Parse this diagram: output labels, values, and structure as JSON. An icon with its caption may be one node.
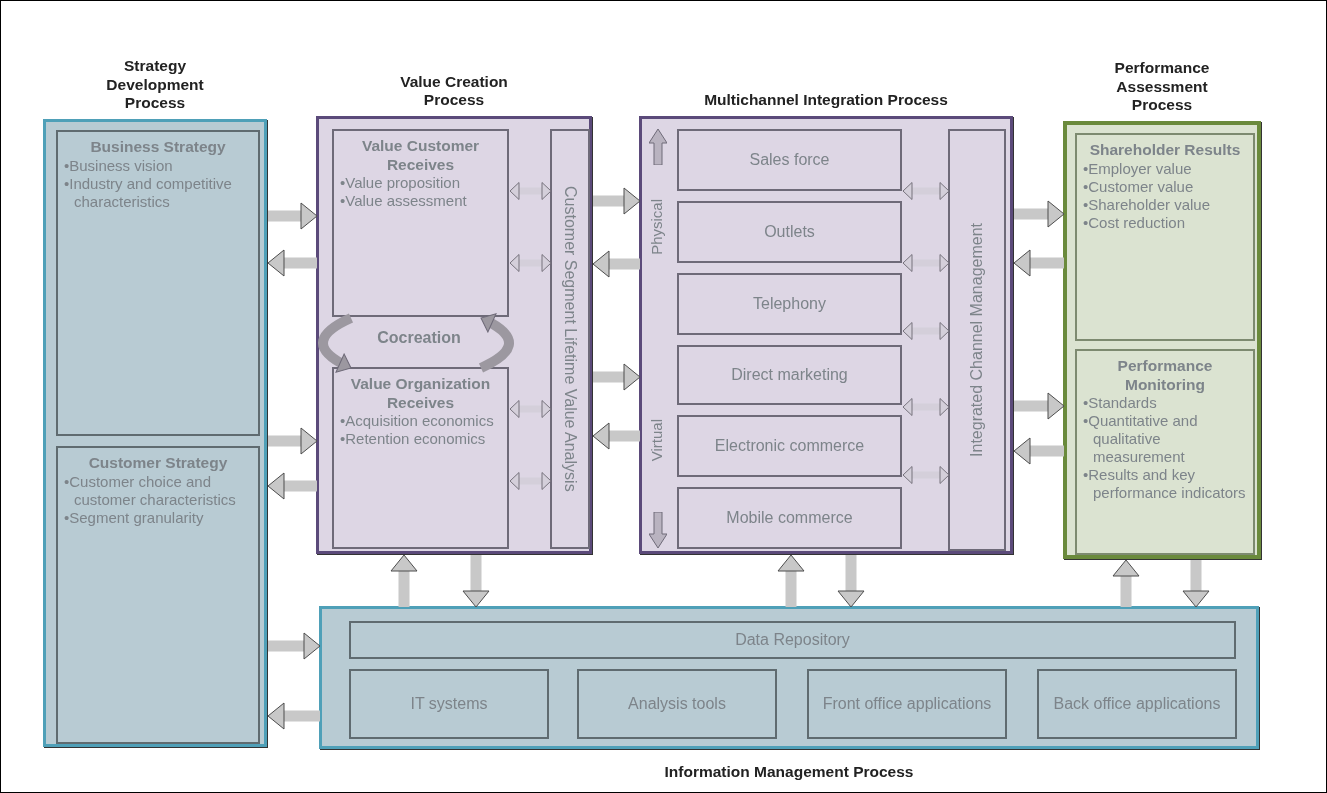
{
  "diagram": {
    "nodes": [
      {
        "text": [
          "Strategy Development Process"
        ]
      },
      {
        "text": [
          "Business Strategy",
          "•Business vision",
          "•Industry and competitive characteristics"
        ],
        "in": 0
      },
      {
        "text": [
          "Customer Strategy",
          "•Customer choice and customer characteristics",
          "•Segment granularity"
        ],
        "in": 0
      },
      {
        "text": [
          "Value Creation Process"
        ]
      },
      {
        "text": [
          "Value Customer Receives",
          "•Value proposition",
          "•Value assessment"
        ],
        "in": 3
      },
      {
        "text": [
          "Value Organization Receives",
          "•Acquisition economics",
          "•Retention economics"
        ],
        "in": 3
      },
      {
        "text": [
          "Customer Segment Lifetime Value Analysis"
        ],
        "in": 3
      },
      {
        "text": [
          "Multichannel Integration Process"
        ]
      },
      {
        "text": [
          "Sales force"
        ],
        "in": 7
      },
      {
        "text": [
          "Outlets"
        ],
        "in": 7
      },
      {
        "text": [
          "Telephony"
        ],
        "in": 7
      },
      {
        "text": [
          "Direct marketing"
        ],
        "in": 7
      },
      {
        "text": [
          "Electronic commerce"
        ],
        "in": 7
      },
      {
        "text": [
          "Mobile commerce"
        ],
        "in": 7
      },
      {
        "text": [
          "Integrated Channel Management"
        ],
        "in": 7
      },
      {
        "text": [
          "Performance Assessment Process"
        ]
      },
      {
        "text": [
          "Shareholder Results",
          "•Employer value",
          "•Customer value",
          "•Shareholder value",
          "•Cost reduction"
        ],
        "in": 15
      },
      {
        "text": [
          "Performance Monitoring",
          "•Standards",
          "•Quantitative and qualitative measurement",
          "•Results and key performance indicators"
        ],
        "in": 15
      },
      {
        "text": [
          "Information Management Process"
        ]
      },
      {
        "text": [
          "Data Repository"
        ],
        "in": 18
      },
      {
        "text": [
          "IT systems"
        ],
        "in": 18
      },
      {
        "text": [
          "Analysis tools"
        ],
        "in": 18
      },
      {
        "text": [
          "Front office applications"
        ],
        "in": 18
      },
      {
        "text": [
          "Back office applications"
        ],
        "in": 18
      }
    ],
    "edges": [
      {
        "from": 0,
        "to": 3,
        "arrow": "to"
      },
      {
        "from": 3,
        "to": 0,
        "arrow": "to"
      },
      {
        "from": 0,
        "to": 3,
        "arrow": "to"
      },
      {
        "from": 3,
        "to": 0,
        "arrow": "to"
      },
      {
        "from": 3,
        "to": 7,
        "arrow": "to"
      },
      {
        "from": 7,
        "to": 3,
        "arrow": "to"
      },
      {
        "from": 3,
        "to": 7,
        "arrow": "to"
      },
      {
        "from": 7,
        "to": 3,
        "arrow": "to"
      },
      {
        "from": 7,
        "to": 15,
        "arrow": "to"
      },
      {
        "from": 15,
        "to": 7,
        "arrow": "to"
      },
      {
        "from": 7,
        "to": 15,
        "arrow": "to"
      },
      {
        "from": 15,
        "to": 7,
        "arrow": "to"
      },
      {
        "from": 18,
        "to": 3,
        "arrow": "to"
      },
      {
        "from": 3,
        "to": 18,
        "arrow": "to"
      },
      {
        "from": 18,
        "to": 7,
        "arrow": "to"
      },
      {
        "from": 7,
        "to": 18,
        "arrow": "to"
      },
      {
        "from": 18,
        "to": 15,
        "arrow": "to"
      },
      {
        "from": 15,
        "to": 18,
        "arrow": "to"
      },
      {
        "from": 0,
        "to": 18,
        "arrow": "to"
      },
      {
        "from": 18,
        "to": 0,
        "arrow": "to"
      },
      {
        "from": 4,
        "to": 6,
        "arrow": "both"
      },
      {
        "from": 4,
        "to": 6,
        "arrow": "both"
      },
      {
        "from": 5,
        "to": 6,
        "arrow": "both"
      },
      {
        "from": 5,
        "to": 6,
        "arrow": "both"
      },
      {
        "from": 8,
        "to": 14,
        "arrow": "both"
      },
      {
        "from": 9,
        "to": 14,
        "arrow": "both"
      },
      {
        "from": 10,
        "to": 14,
        "arrow": "both"
      },
      {
        "from": 12,
        "to": 14,
        "arrow": "both"
      },
      {
        "from": 13,
        "to": 14,
        "arrow": "both"
      },
      {
        "from": 4,
        "to": 5,
        "arrow": "to"
      },
      {
        "from": 5,
        "to": 4,
        "arrow": "to"
      }
    ],
    "labels": [
      "Cocreation",
      "Physical",
      "Virtual"
    ]
  }
}
